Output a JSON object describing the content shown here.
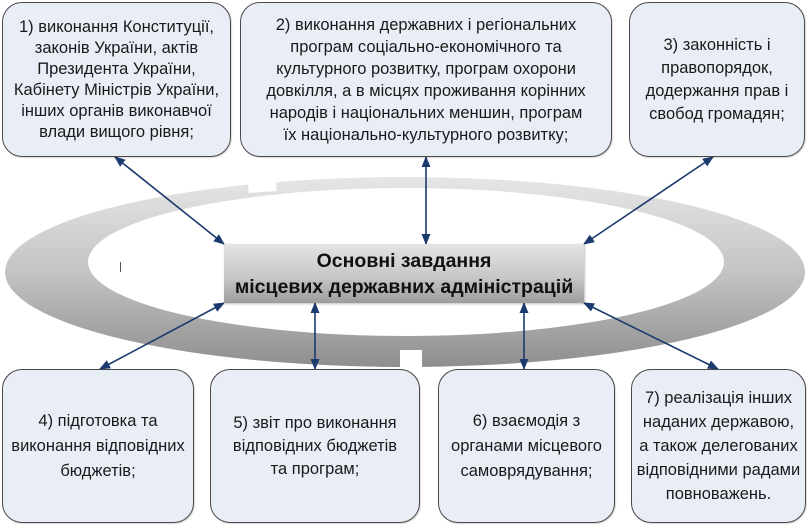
{
  "diagram": {
    "center": {
      "title_line1": "Основні завдання",
      "title_line2": "місцевих державних адміністрацій"
    },
    "tasks": [
      {
        "id": 1,
        "text": "1) виконання Конституції,\nзаконів України, актів\nПрезидента України,\nКабінету Міністрів України,\nінших органів виконавчої\nвлади вищого рівня;"
      },
      {
        "id": 2,
        "text": "2) виконання державних і регіональних\nпрограм соціально-економічного та\nкультурного розвитку, програм охорони\nдовкілля, а в місцях проживання корінних\nнародів і національних меншин, програм\nїх національно-культурного розвитку;"
      },
      {
        "id": 3,
        "text": "3) законність і\nправопорядок,\nдодержання прав і\nсвобод громадян;"
      },
      {
        "id": 4,
        "text": "4) підготовка та\nвиконання відповідних\nбюджетів;"
      },
      {
        "id": 5,
        "text": "5) звіт про виконання\nвідповідних бюджетів\nта програм;"
      },
      {
        "id": 6,
        "text": "6) взаємодія з\nорганами місцевого\nсамоврядування;"
      },
      {
        "id": 7,
        "text": "7) реалізація інших\nнаданих державою,\nа також делегованих\nвідповідними радами\nповноважень."
      }
    ],
    "connections": [
      {
        "from": "center",
        "to": 1,
        "type": "bidirectional"
      },
      {
        "from": "center",
        "to": 2,
        "type": "bidirectional"
      },
      {
        "from": "center",
        "to": 3,
        "type": "bidirectional"
      },
      {
        "from": "center",
        "to": 4,
        "type": "bidirectional"
      },
      {
        "from": "center",
        "to": 5,
        "type": "bidirectional"
      },
      {
        "from": "center",
        "to": 6,
        "type": "bidirectional"
      },
      {
        "from": "center",
        "to": 7,
        "type": "bidirectional"
      }
    ],
    "colors": {
      "box_fill": "#e9edf5",
      "box_border": "#4a4a4a",
      "arrow": "#1b3a6e",
      "ring": "#a9a9a9"
    }
  }
}
